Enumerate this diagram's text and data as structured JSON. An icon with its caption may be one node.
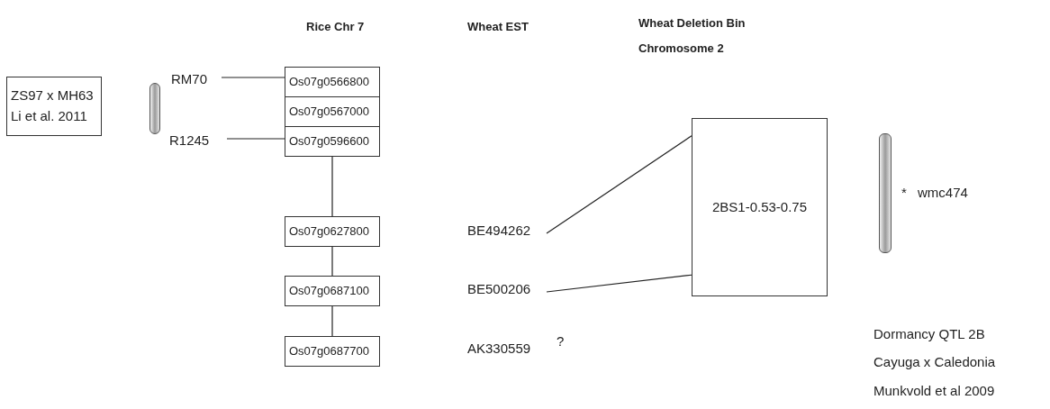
{
  "diagram": {
    "nodes": [
      {
        "text": [
          "ZS97 x MH63",
          "Li et al. 2011"
        ]
      },
      {
        "text": [],
        "shape": "bar"
      },
      {
        "text": [
          "RM70"
        ]
      },
      {
        "text": [
          "R1245"
        ]
      },
      {
        "text": [
          "Os07g0566800"
        ]
      },
      {
        "text": [
          "Os07g0567000"
        ]
      },
      {
        "text": [
          "Os07g0596600"
        ]
      },
      {
        "text": [
          "Os07g0627800"
        ]
      },
      {
        "text": [
          "Os07g0687100"
        ]
      },
      {
        "text": [
          "Os07g0687700"
        ]
      },
      {
        "text": [
          "BE494262"
        ]
      },
      {
        "text": [
          "BE500206"
        ]
      },
      {
        "text": [
          "2BS1-0.53-0.75"
        ]
      },
      {
        "text": [],
        "shape": "bar"
      }
    ],
    "edges": [
      {
        "from": 2,
        "to": 4,
        "arrow": "none"
      },
      {
        "from": 3,
        "to": 6,
        "arrow": "none"
      },
      {
        "from": 6,
        "to": 7,
        "arrow": "none"
      },
      {
        "from": 7,
        "to": 8,
        "arrow": "none"
      },
      {
        "from": 8,
        "to": 9,
        "arrow": "none"
      },
      {
        "from": 10,
        "to": 12,
        "arrow": "none"
      },
      {
        "from": 11,
        "to": 12,
        "arrow": "none"
      }
    ],
    "labels": [
      "Rice Chr 7",
      "Wheat EST",
      "Wheat Deletion Bin Chromosome 2",
      "AK330559",
      "?",
      "*",
      "wmc474",
      "Dormancy QTL 2B",
      "Cayuga x Caledonia",
      "Munkvold et al 2009"
    ]
  }
}
